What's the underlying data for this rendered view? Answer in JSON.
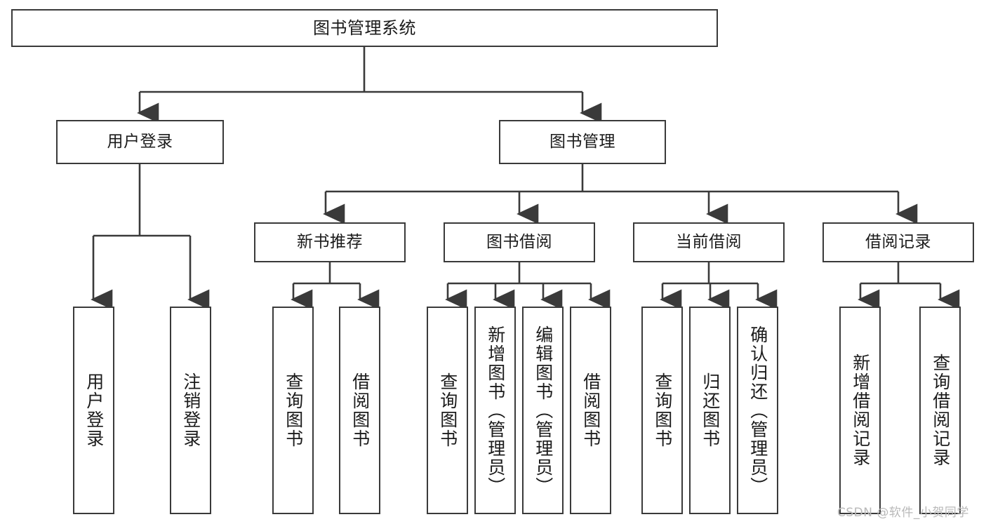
{
  "diagram": {
    "title": "图书管理系统",
    "type": "hierarchy-tree",
    "orientation": "top-down",
    "colors": {
      "stroke": "#3a3a3a",
      "fill": "#ffffff",
      "text": "#1b1b1b",
      "watermark": "#b9b9b9"
    },
    "root": {
      "label": "图书管理系统"
    },
    "level1": [
      {
        "label": "用户登录"
      },
      {
        "label": "图书管理"
      }
    ],
    "level2": [
      {
        "label": "新书推荐"
      },
      {
        "label": "图书借阅"
      },
      {
        "label": "当前借阅"
      },
      {
        "label": "借阅记录"
      }
    ],
    "leaves": {
      "user_login": [
        {
          "label": "用户登录"
        },
        {
          "label": "注销登录"
        }
      ],
      "new_book_recommend": [
        {
          "label": "查询图书"
        },
        {
          "label": "借阅图书"
        }
      ],
      "book_borrow": [
        {
          "label": "查询图书"
        },
        {
          "label": "新增图书（管理员）"
        },
        {
          "label": "编辑图书（管理员）"
        },
        {
          "label": "借阅图书"
        }
      ],
      "current_borrow": [
        {
          "label": "查询图书"
        },
        {
          "label": "归还图书"
        },
        {
          "label": "确认归还（管理员）"
        }
      ],
      "borrow_record": [
        {
          "label": "新增借阅记录"
        },
        {
          "label": "查询借阅记录"
        }
      ]
    }
  },
  "watermark": {
    "text": "CSDN @软件_小贺同学"
  }
}
